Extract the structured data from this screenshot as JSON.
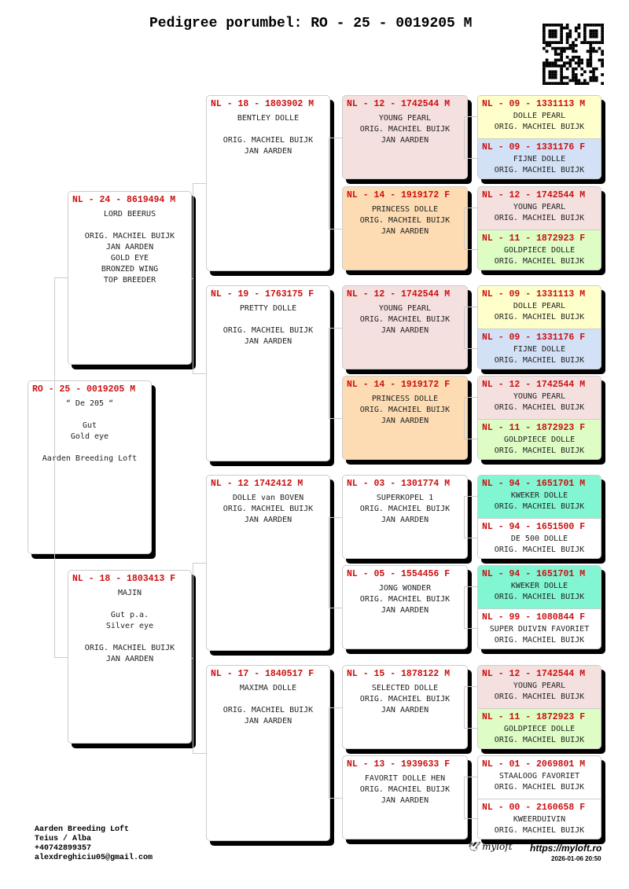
{
  "title": "Pedigree porumbel: RO - 25 - 0019205 M",
  "footer": {
    "lines": [
      "Aarden Breeding Loft",
      "Teius / Alba",
      "+40742899357",
      "alexdreghiciu05@gmail.com"
    ],
    "logo_text": "myloft",
    "url": "https://myloft.ro",
    "date": "2026-01-06 20:50"
  },
  "colors": {
    "ring": "#cc1111",
    "pink": "#f5e0e0",
    "orange": "#fddcb3",
    "yellow": "#ffffcc",
    "blue": "#d3e1f7",
    "green": "#ddfdc4",
    "teal": "#82f6d2",
    "white": "#ffffff"
  },
  "root": {
    "ring": "RO - 25 - 0019205 M",
    "lines": [
      "“ De 205 “",
      "",
      "Gut",
      "Gold eye",
      "",
      "Aarden Breeding Loft"
    ],
    "bg": "white"
  },
  "gen1": [
    {
      "ring": "NL - 24 - 8619494 M",
      "lines": [
        "LORD BEERUS",
        "",
        "ORIG. MACHIEL BUIJK",
        "JAN AARDEN",
        "GOLD EYE",
        "BRONZED WING",
        "TOP BREEDER"
      ],
      "bg": "white"
    },
    {
      "ring": "NL - 18 - 1803413 F",
      "lines": [
        "MAJIN",
        "",
        "Gut p.a.",
        "Silver eye",
        "",
        "ORIG. MACHIEL BUIJK",
        "JAN AARDEN"
      ],
      "bg": "white"
    }
  ],
  "gen2": [
    {
      "ring": "NL - 18 - 1803902 M",
      "lines": [
        "BENTLEY DOLLE",
        "",
        "ORIG. MACHIEL BUIJK",
        "JAN AARDEN"
      ],
      "bg": "white"
    },
    {
      "ring": "NL - 19 - 1763175 F",
      "lines": [
        "PRETTY DOLLE",
        "",
        "ORIG. MACHIEL BUIJK",
        "JAN AARDEN"
      ],
      "bg": "white"
    },
    {
      "ring": "NL - 12 1742412 M",
      "lines": [
        "DOLLE van BOVEN",
        "ORIG. MACHIEL BUIJK",
        "JAN AARDEN"
      ],
      "bg": "white"
    },
    {
      "ring": "NL - 17 - 1840517 F",
      "lines": [
        "MAXIMA DOLLE",
        "",
        "ORIG. MACHIEL BUIJK",
        "JAN AARDEN"
      ],
      "bg": "white"
    }
  ],
  "gen3": [
    {
      "ring": "NL - 12 - 1742544 M",
      "lines": [
        "YOUNG PEARL",
        "ORIG. MACHIEL BUIJK",
        "JAN AARDEN"
      ],
      "bg": "pink"
    },
    {
      "ring": "NL - 14 - 1919172 F",
      "lines": [
        "PRINCESS DOLLE",
        "ORIG. MACHIEL BUIJK",
        "JAN AARDEN"
      ],
      "bg": "orange"
    },
    {
      "ring": "NL - 12 - 1742544 M",
      "lines": [
        "YOUNG PEARL",
        "ORIG. MACHIEL BUIJK",
        "JAN AARDEN"
      ],
      "bg": "pink"
    },
    {
      "ring": "NL - 14 - 1919172 F",
      "lines": [
        "PRINCESS DOLLE",
        "ORIG. MACHIEL BUIJK",
        "JAN AARDEN"
      ],
      "bg": "orange"
    },
    {
      "ring": "NL - 03 - 1301774 M",
      "lines": [
        "SUPERKOPEL 1",
        "ORIG. MACHIEL BUIJK",
        "JAN AARDEN"
      ],
      "bg": "white"
    },
    {
      "ring": "NL - 05 - 1554456 F",
      "lines": [
        "JONG WONDER",
        "ORIG. MACHIEL BUIJK",
        "JAN AARDEN"
      ],
      "bg": "white"
    },
    {
      "ring": "NL - 15 - 1878122 M",
      "lines": [
        "SELECTED DOLLE",
        "ORIG. MACHIEL BUIJK",
        "JAN AARDEN"
      ],
      "bg": "white"
    },
    {
      "ring": "NL - 13 - 1939633 F",
      "lines": [
        "FAVORIT DOLLE HEN",
        "ORIG. MACHIEL BUIJK",
        "JAN AARDEN"
      ],
      "bg": "white"
    }
  ],
  "gen4": [
    {
      "ring": "NL - 09 - 1331113 M",
      "lines": [
        "DOLLE PEARL",
        "ORIG. MACHIEL BUIJK"
      ],
      "bg": "yellow"
    },
    {
      "ring": "NL - 09 - 1331176 F",
      "lines": [
        "FIJNE DOLLE",
        "ORIG. MACHIEL BUIJK"
      ],
      "bg": "blue"
    },
    {
      "ring": "NL - 12 - 1742544 M",
      "lines": [
        "YOUNG PEARL",
        "ORIG. MACHIEL BUIJK"
      ],
      "bg": "pink"
    },
    {
      "ring": "NL - 11 - 1872923 F",
      "lines": [
        "GOLDPIECE DOLLE",
        "ORIG. MACHIEL BUIJK"
      ],
      "bg": "green"
    },
    {
      "ring": "NL - 09 - 1331113 M",
      "lines": [
        "DOLLE PEARL",
        "ORIG. MACHIEL BUIJK"
      ],
      "bg": "yellow"
    },
    {
      "ring": "NL - 09 - 1331176 F",
      "lines": [
        "FIJNE DOLLE",
        "ORIG. MACHIEL BUIJK"
      ],
      "bg": "blue"
    },
    {
      "ring": "NL - 12 - 1742544 M",
      "lines": [
        "YOUNG PEARL",
        "ORIG. MACHIEL BUIJK"
      ],
      "bg": "pink"
    },
    {
      "ring": "NL - 11 - 1872923 F",
      "lines": [
        "GOLDPIECE DOLLE",
        "ORIG. MACHIEL BUIJK"
      ],
      "bg": "green"
    },
    {
      "ring": "NL - 94 - 1651701 M",
      "lines": [
        "KWEKER DOLLE",
        "ORIG. MACHIEL BUIJK"
      ],
      "bg": "teal"
    },
    {
      "ring": "NL - 94 - 1651500 F",
      "lines": [
        "DE 500 DOLLE",
        "ORIG. MACHIEL BUIJK"
      ],
      "bg": "white"
    },
    {
      "ring": "NL - 94 - 1651701 M",
      "lines": [
        "KWEKER DOLLE",
        "ORIG. MACHIEL BUIJK"
      ],
      "bg": "teal"
    },
    {
      "ring": "NL - 99 - 1080844 F",
      "lines": [
        "SUPER DUIVIN FAVORIET",
        "ORIG. MACHIEL BUIJK"
      ],
      "bg": "white"
    },
    {
      "ring": "NL - 12 - 1742544 M",
      "lines": [
        "YOUNG PEARL",
        "ORIG. MACHIEL BUIJK"
      ],
      "bg": "pink"
    },
    {
      "ring": "NL - 11 - 1872923 F",
      "lines": [
        "GOLDPIECE DOLLE",
        "ORIG. MACHIEL BUIJK"
      ],
      "bg": "green"
    },
    {
      "ring": "NL - 01 - 2069801 M",
      "lines": [
        "STAALOOG FAVORIET",
        "ORIG. MACHIEL BUIJK"
      ],
      "bg": "white"
    },
    {
      "ring": "NL - 00 - 2160658 F",
      "lines": [
        "KWEERDUIVIN",
        "ORIG. MACHIEL BUIJK"
      ],
      "bg": "white"
    }
  ]
}
